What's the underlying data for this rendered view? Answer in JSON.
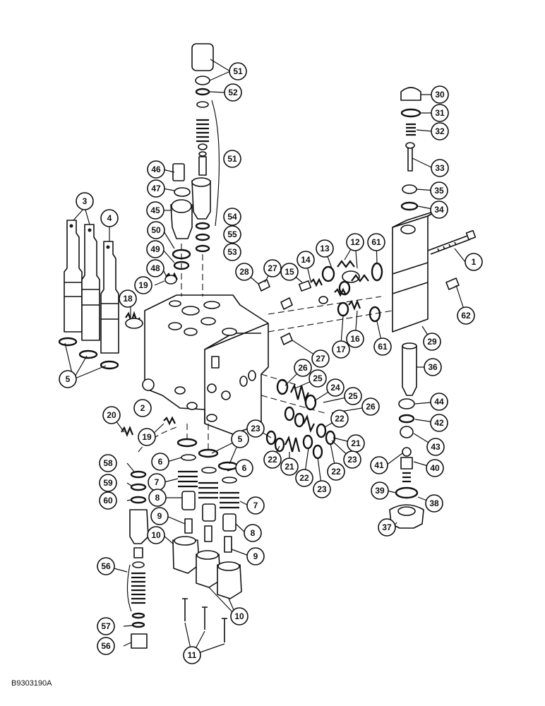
{
  "figure": {
    "reference_code": "B9303190A"
  },
  "callouts": [
    {
      "id": "c1",
      "label": "1"
    },
    {
      "id": "c2",
      "label": "2"
    },
    {
      "id": "c3",
      "label": "3"
    },
    {
      "id": "c4",
      "label": "4"
    },
    {
      "id": "c5a",
      "label": "5"
    },
    {
      "id": "c5b",
      "label": "5"
    },
    {
      "id": "c6a",
      "label": "6"
    },
    {
      "id": "c6b",
      "label": "6"
    },
    {
      "id": "c7a",
      "label": "7"
    },
    {
      "id": "c7b",
      "label": "7"
    },
    {
      "id": "c8a",
      "label": "8"
    },
    {
      "id": "c8b",
      "label": "8"
    },
    {
      "id": "c9a",
      "label": "9"
    },
    {
      "id": "c9b",
      "label": "9"
    },
    {
      "id": "c10a",
      "label": "10"
    },
    {
      "id": "c10b",
      "label": "10"
    },
    {
      "id": "c11",
      "label": "11"
    },
    {
      "id": "c12",
      "label": "12"
    },
    {
      "id": "c13",
      "label": "13"
    },
    {
      "id": "c14",
      "label": "14"
    },
    {
      "id": "c15",
      "label": "15"
    },
    {
      "id": "c16",
      "label": "16"
    },
    {
      "id": "c17",
      "label": "17"
    },
    {
      "id": "c18",
      "label": "18"
    },
    {
      "id": "c19a",
      "label": "19"
    },
    {
      "id": "c19b",
      "label": "19"
    },
    {
      "id": "c20",
      "label": "20"
    },
    {
      "id": "c21a",
      "label": "21"
    },
    {
      "id": "c21b",
      "label": "21"
    },
    {
      "id": "c22a",
      "label": "22"
    },
    {
      "id": "c22b",
      "label": "22"
    },
    {
      "id": "c22c",
      "label": "22"
    },
    {
      "id": "c22d",
      "label": "22"
    },
    {
      "id": "c23a",
      "label": "23"
    },
    {
      "id": "c23b",
      "label": "23"
    },
    {
      "id": "c23c",
      "label": "23"
    },
    {
      "id": "c24",
      "label": "24"
    },
    {
      "id": "c25a",
      "label": "25"
    },
    {
      "id": "c25b",
      "label": "25"
    },
    {
      "id": "c26a",
      "label": "26"
    },
    {
      "id": "c26b",
      "label": "26"
    },
    {
      "id": "c27a",
      "label": "27"
    },
    {
      "id": "c27b",
      "label": "27"
    },
    {
      "id": "c28",
      "label": "28"
    },
    {
      "id": "c29",
      "label": "29"
    },
    {
      "id": "c30",
      "label": "30"
    },
    {
      "id": "c31",
      "label": "31"
    },
    {
      "id": "c32",
      "label": "32"
    },
    {
      "id": "c33",
      "label": "33"
    },
    {
      "id": "c34",
      "label": "34"
    },
    {
      "id": "c35",
      "label": "35"
    },
    {
      "id": "c36",
      "label": "36"
    },
    {
      "id": "c37",
      "label": "37"
    },
    {
      "id": "c38",
      "label": "38"
    },
    {
      "id": "c39",
      "label": "39"
    },
    {
      "id": "c40",
      "label": "40"
    },
    {
      "id": "c41",
      "label": "41"
    },
    {
      "id": "c42",
      "label": "42"
    },
    {
      "id": "c43",
      "label": "43"
    },
    {
      "id": "c44",
      "label": "44"
    },
    {
      "id": "c45",
      "label": "45"
    },
    {
      "id": "c46",
      "label": "46"
    },
    {
      "id": "c47",
      "label": "47"
    },
    {
      "id": "c48",
      "label": "48"
    },
    {
      "id": "c49",
      "label": "49"
    },
    {
      "id": "c50",
      "label": "50"
    },
    {
      "id": "c51a",
      "label": "51"
    },
    {
      "id": "c51b",
      "label": "51"
    },
    {
      "id": "c52",
      "label": "52"
    },
    {
      "id": "c53",
      "label": "53"
    },
    {
      "id": "c54",
      "label": "54"
    },
    {
      "id": "c55",
      "label": "55"
    },
    {
      "id": "c56a",
      "label": "56"
    },
    {
      "id": "c56b",
      "label": "56"
    },
    {
      "id": "c57",
      "label": "57"
    },
    {
      "id": "c58",
      "label": "58"
    },
    {
      "id": "c59",
      "label": "59"
    },
    {
      "id": "c60",
      "label": "60"
    },
    {
      "id": "c61a",
      "label": "61"
    },
    {
      "id": "c61b",
      "label": "61"
    },
    {
      "id": "c62",
      "label": "62"
    }
  ]
}
